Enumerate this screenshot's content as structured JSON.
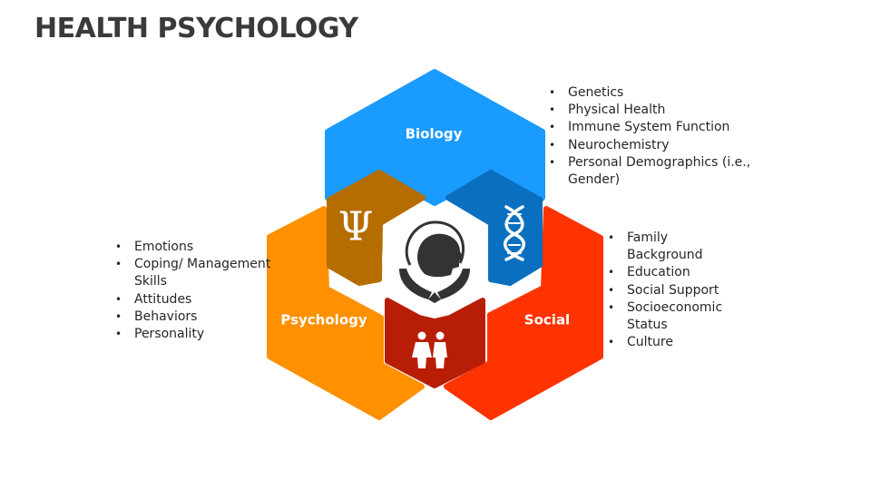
{
  "title": "HEALTH PSYCHOLOGY",
  "colors": {
    "biology": "#1a9bff",
    "social": "#ff3300",
    "psychology": "#ff9000",
    "psychology_inner": "#b56d00",
    "biology_inner": "#0a6fbf",
    "social_inner": "#b81e06"
  },
  "segments": {
    "biology": {
      "label": "Biology",
      "icon": "dna-icon",
      "items": [
        "Genetics",
        "Physical Health",
        "Immune System Function",
        "Neurochemistry",
        "Personal Demographics (i.e., Gender)"
      ]
    },
    "social": {
      "label": "Social",
      "icon": "people-icon",
      "items": [
        "Family Background",
        "Education",
        "Social Support",
        "Socioeconomic Status",
        "Culture"
      ]
    },
    "psychology": {
      "label": "Psychology",
      "icon": "psi-icon",
      "items": [
        "Emotions",
        "Coping/ Management Skills",
        "Attitudes",
        "Behaviors",
        "Personality"
      ]
    }
  },
  "center_icon": "head-in-hands-icon",
  "psi_symbol": "Ψ"
}
